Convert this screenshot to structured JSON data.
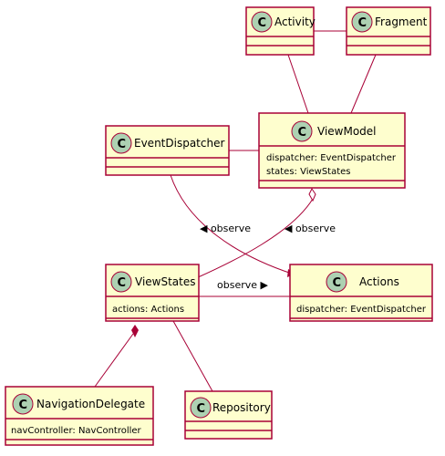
{
  "classes": {
    "activity": {
      "badge": "C",
      "name": "Activity"
    },
    "fragment": {
      "badge": "C",
      "name": "Fragment"
    },
    "eventdispatcher": {
      "badge": "C",
      "name": "EventDispatcher"
    },
    "viewmodel": {
      "badge": "C",
      "name": "ViewModel",
      "attributes": [
        "dispatcher: EventDispatcher",
        "states: ViewStates"
      ]
    },
    "viewstates": {
      "badge": "C",
      "name": "ViewStates",
      "attributes": [
        "actions: Actions"
      ]
    },
    "actions": {
      "badge": "C",
      "name": "Actions",
      "attributes": [
        "dispatcher: EventDispatcher"
      ]
    },
    "navigationdelegate": {
      "badge": "C",
      "name": "NavigationDelegate",
      "attributes": [
        "navController: NavController"
      ]
    },
    "repository": {
      "badge": "C",
      "name": "Repository"
    }
  },
  "labels": {
    "observe_left_1": "◀ observe",
    "observe_left_2": "◀ observe",
    "observe_right": "observe ▶"
  },
  "colors": {
    "class_fill": "#FEFECE",
    "class_border": "#A80036",
    "badge_fill": "#ADD1B2"
  }
}
